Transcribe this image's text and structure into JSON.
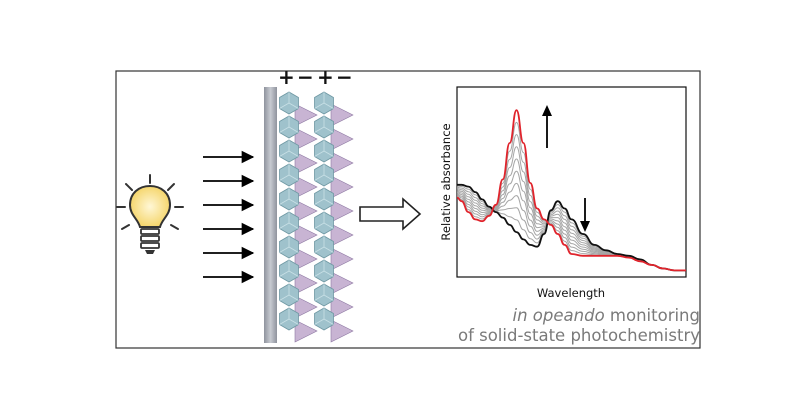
{
  "legend": {
    "plus": "+",
    "minus": "−"
  },
  "chart": {
    "xlabel": "Wavelength",
    "ylabel": "Relative absorbance"
  },
  "caption": {
    "italic": "in opeando",
    "line1_rest": " monitoring",
    "line2": "of solid-state photochemistry"
  },
  "colors": {
    "frame": "#333333",
    "light_bulb_glow": "#fbe9a4",
    "electrode": "#a9adb7",
    "cube_crystal": "#9fc2cc",
    "pyramid_crystal": "#b69bc4",
    "initial_spectrum": "#111111",
    "final_spectrum": "#e0242c",
    "intermediate_spectra": "#a6a6a6"
  },
  "icons": [
    "light-bulb-icon",
    "arrow-right-icon",
    "hollow-arrow-icon",
    "arrow-up-icon",
    "arrow-down-icon"
  ],
  "chart_data": {
    "type": "line",
    "xlabel": "Wavelength",
    "ylabel": "Relative absorbance",
    "x_ticks": "none",
    "y_ticks": "none",
    "grid": false,
    "legend": "none",
    "x": [
      0,
      0.02,
      0.05,
      0.08,
      0.11,
      0.14,
      0.17,
      0.2,
      0.23,
      0.26,
      0.29,
      0.32,
      0.35,
      0.38,
      0.41,
      0.44,
      0.47,
      0.5,
      0.55,
      0.6,
      0.65,
      0.7,
      0.75,
      0.8,
      0.85,
      0.9,
      0.95,
      1.0
    ],
    "series": [
      {
        "role": "initial",
        "values": [
          0.49,
          0.49,
          0.48,
          0.45,
          0.41,
          0.37,
          0.34,
          0.31,
          0.27,
          0.23,
          0.19,
          0.16,
          0.15,
          0.22,
          0.35,
          0.4,
          0.36,
          0.3,
          0.22,
          0.16,
          0.13,
          0.11,
          0.1,
          0.08,
          0.05,
          0.03,
          0.02,
          0.02
        ]
      },
      {
        "role": "final",
        "values": [
          0.42,
          0.4,
          0.34,
          0.3,
          0.29,
          0.32,
          0.38,
          0.52,
          0.72,
          0.9,
          0.72,
          0.5,
          0.36,
          0.3,
          0.27,
          0.22,
          0.16,
          0.11,
          0.1,
          0.1,
          0.1,
          0.1,
          0.09,
          0.07,
          0.05,
          0.03,
          0.02,
          0.02
        ]
      }
    ],
    "intermediate_count": 9,
    "annotations": [
      {
        "direction": "up",
        "near_x": 0.4
      },
      {
        "direction": "down",
        "near_x": 0.6
      }
    ]
  }
}
